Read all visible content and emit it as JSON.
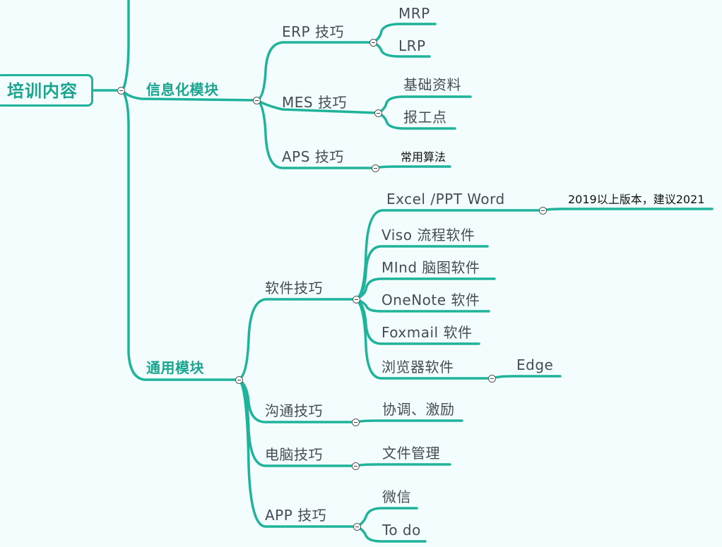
{
  "root": "培训内容",
  "modules": [
    {
      "label": "信息化模块",
      "groups": [
        {
          "label": "ERP 技巧",
          "items": [
            "MRP",
            "LRP"
          ]
        },
        {
          "label": "MES 技巧",
          "items": [
            "基础资料",
            "报工点"
          ]
        },
        {
          "label": "APS 技巧",
          "items": [
            "常用算法"
          ]
        }
      ]
    },
    {
      "label": "通用模块",
      "groups": [
        {
          "label": "软件技巧",
          "items": [
            "Excel /PPT Word",
            "Viso 流程软件",
            "MInd 脑图软件",
            "OneNote 软件",
            "Foxmail 软件",
            "浏览器软件"
          ],
          "details": {
            "excel": "2019以上版本，建议2021",
            "browser": "Edge"
          }
        },
        {
          "label": "沟通技巧",
          "items": [
            "协调、激励"
          ]
        },
        {
          "label": "电脑技巧",
          "items": [
            "文件管理"
          ]
        },
        {
          "label": "APP 技巧",
          "items": [
            "微信",
            "To do"
          ]
        }
      ]
    }
  ],
  "colors": {
    "branch": "#1fb39b",
    "module_text": "#1aa58f",
    "text": "#444c55",
    "background": "#f4fdfd"
  }
}
